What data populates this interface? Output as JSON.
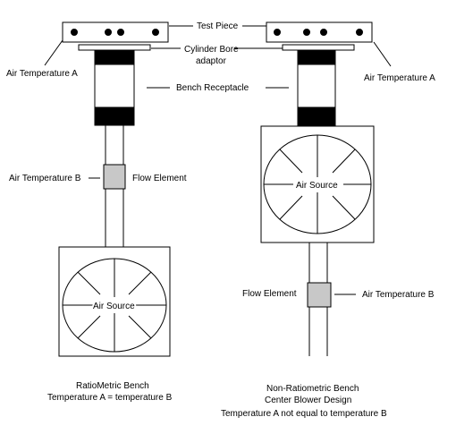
{
  "labels": {
    "test_piece": "Test Piece",
    "cylinder_bore_line1": "Cylinder Bore",
    "cylinder_bore_line2": "adaptor",
    "air_temp_a_left": "Air Temperature A",
    "air_temp_a_right": "Air Temperature A",
    "bench_receptacle": "Bench Receptacle",
    "air_temp_b_left": "Air Temperature B",
    "flow_element_left": "Flow Element",
    "air_source_left": "Air Source",
    "air_source_right": "Air Source",
    "flow_element_right": "Flow Element",
    "air_temp_b_right": "Air Temperature B"
  },
  "captions": {
    "left_line1": "RatioMetric Bench",
    "left_line2": "Temperature A = temperature B",
    "right_line1": "Non-Ratiometric Bench",
    "right_line2": "Center Blower Design",
    "right_line3": "Temperature A not equal to temperature B"
  },
  "colors": {
    "stroke": "#000000",
    "flow_element_fill": "#c8c8c8",
    "receptacle_band": "#000000"
  }
}
